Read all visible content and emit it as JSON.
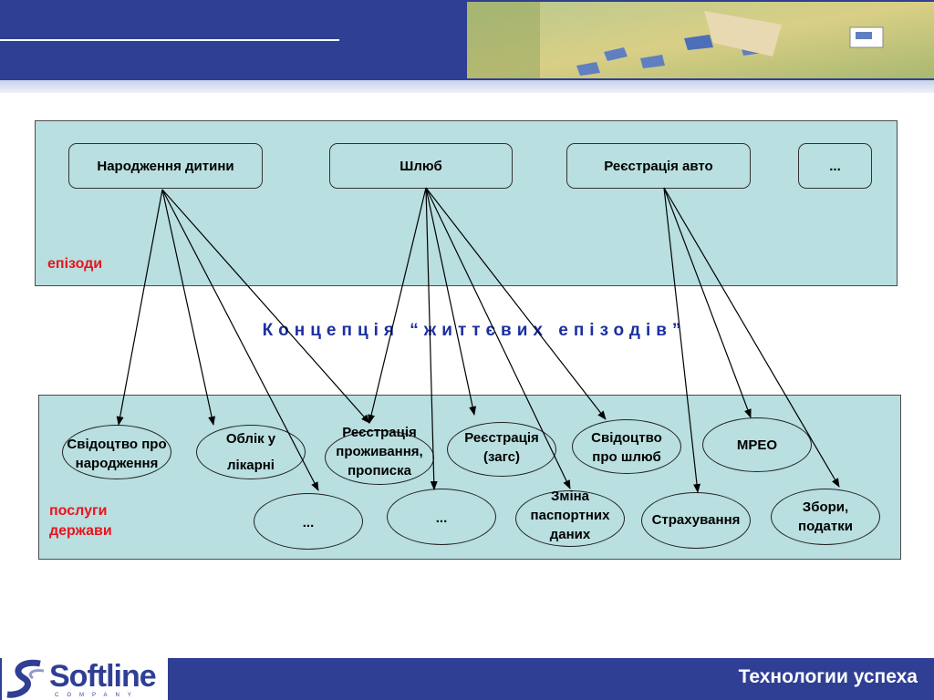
{
  "episodes_panel": {
    "label": "епізоди",
    "items": [
      {
        "label": "Народження дитини"
      },
      {
        "label": "Шлюб"
      },
      {
        "label": "Реєстрація авто"
      },
      {
        "label": "..."
      }
    ]
  },
  "title": "Концепція “життєвих епізодів”",
  "services_panel": {
    "label": "послуги держави",
    "items": [
      {
        "label": "Свідоцтво про народження"
      },
      {
        "label": "Облік у лікарні"
      },
      {
        "label": "Реєстрація проживання, прописка"
      },
      {
        "label": "Реєстрація (загс)"
      },
      {
        "label": "Свідоцтво про шлюб"
      },
      {
        "label": "МРЕО"
      },
      {
        "label": "..."
      },
      {
        "label": "..."
      },
      {
        "label": "Зміна паспортних даних"
      },
      {
        "label": "Страхування"
      },
      {
        "label": "Збори, податки"
      }
    ]
  },
  "links": [
    {
      "from": 0,
      "to": 0
    },
    {
      "from": 0,
      "to": 1
    },
    {
      "from": 0,
      "to": 6
    },
    {
      "from": 0,
      "to": 2
    },
    {
      "from": 1,
      "to": 2
    },
    {
      "from": 1,
      "to": 7
    },
    {
      "from": 1,
      "to": 3
    },
    {
      "from": 1,
      "to": 8
    },
    {
      "from": 1,
      "to": 4
    },
    {
      "from": 2,
      "to": 9
    },
    {
      "from": 2,
      "to": 5
    },
    {
      "from": 2,
      "to": 10
    }
  ],
  "footer": {
    "logo": "Softline",
    "logo_sub": "COMPANY",
    "slogan": "Технологии успеха"
  },
  "colors": {
    "header_blue": "#2f3f94",
    "panel_fill": "#b9dfe0",
    "title_blue": "#1b2fa0",
    "label_red": "#e8141e"
  }
}
